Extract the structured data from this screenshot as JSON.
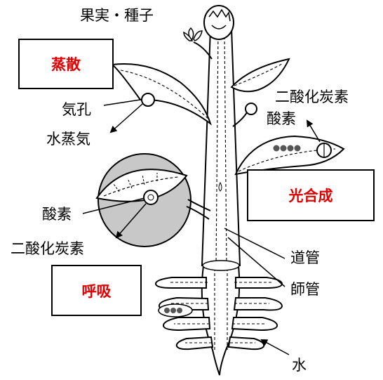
{
  "labels": {
    "fruit_seed": "果実・種子",
    "stomata": "気孔",
    "water_vapor": "水蒸気",
    "co2_top": "二酸化炭素",
    "oxygen_top": "酸素",
    "oxygen_left": "酸素",
    "co2_left": "二酸化炭素",
    "xylem": "道管",
    "phloem": "師管",
    "water": "水"
  },
  "boxes": {
    "transpiration": "蒸散",
    "photosynthesis": "光合成",
    "respiration": "呼吸"
  },
  "colors": {
    "box_text": "#e00000",
    "line": "#000000",
    "circle_fill": "#c8c8c8",
    "plant_fill": "#ffffff"
  }
}
